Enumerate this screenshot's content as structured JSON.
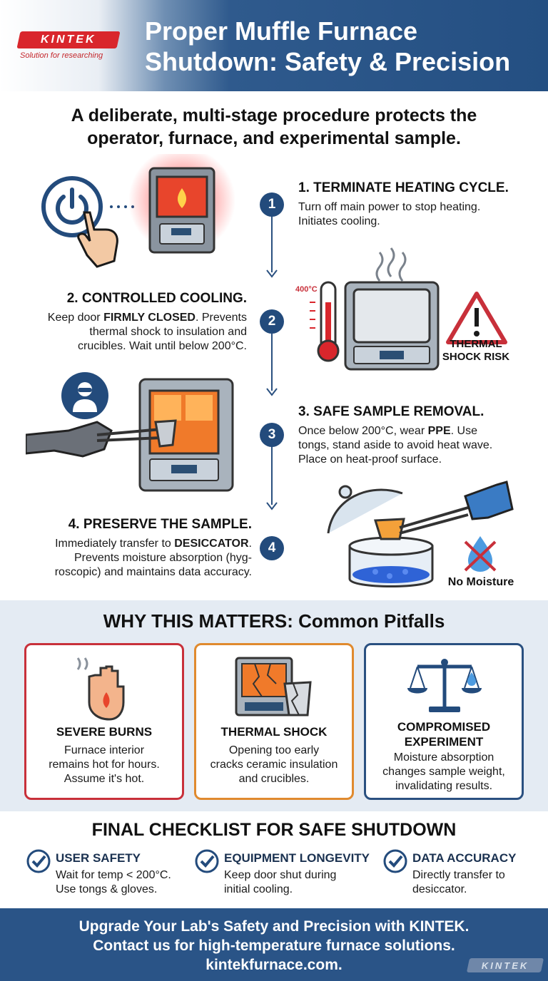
{
  "header": {
    "logo_text": "KINTEK",
    "logo_tagline": "Solution for researching",
    "title_line1": "Proper Muffle Furnace",
    "title_line2": "Shutdown: Safety & Precision"
  },
  "subtitle": {
    "line1": "A deliberate, multi-stage procedure protects the",
    "line2": "operator, furnace, and experimental sample."
  },
  "steps": [
    {
      "number": "1",
      "title": "1. TERMINATE HEATING CYCLE.",
      "body_line1": "Turn off main power to stop heating.",
      "body_line2": "Initiates cooling."
    },
    {
      "number": "2",
      "title": "2. CONTROLLED COOLING.",
      "body_pre": "Keep door ",
      "body_bold": "FIRMLY CLOSED",
      "body_post": ". Prevents",
      "body_line2": "thermal shock to insulation and",
      "body_line3": "crucibles. Wait until below 200°C."
    },
    {
      "number": "3",
      "title": "3. SAFE SAMPLE REMOVAL.",
      "body_pre": "Once below 200°C, wear ",
      "body_bold": "PPE",
      "body_post": ". Use",
      "body_line2": "tongs, stand aside to avoid heat wave.",
      "body_line3": "Place on heat-proof surface."
    },
    {
      "number": "4",
      "title": "4. PRESERVE THE SAMPLE.",
      "body_pre": "Immediately transfer to ",
      "body_bold": "DESICCATOR",
      "body_post": ".",
      "body_line2": "Prevents moisture absorption (hyg-",
      "body_line3": "roscopic) and maintains data accuracy."
    }
  ],
  "labels": {
    "thermometer": "400°C",
    "shock_line1": "THERMAL",
    "shock_line2": "SHOCK RISK",
    "no_moisture": "No Moisture"
  },
  "why": {
    "title": "WHY THIS MATTERS: Common Pitfalls",
    "cards": [
      {
        "title": "SEVERE BURNS",
        "line1": "Furnace interior",
        "line2": "remains hot for hours.",
        "line3": "Assume it's hot.",
        "color": "#c8303a"
      },
      {
        "title": "THERMAL SHOCK",
        "line1": "Opening too early",
        "line2": "cracks ceramic insulation",
        "line3": "and crucibles.",
        "color": "#e08a2e"
      },
      {
        "title_line1": "COMPROMISED",
        "title_line2": "EXPERIMENT",
        "line1": "Moisture absorption",
        "line2": "changes sample weight,",
        "line3": "invalidating results.",
        "color": "#2a5080"
      }
    ]
  },
  "checklist": {
    "title": "FINAL CHECKLIST FOR SAFE SHUTDOWN",
    "items": [
      {
        "head": "USER SAFETY",
        "line1": "Wait for temp < 200°C.",
        "line2": "Use tongs & gloves."
      },
      {
        "head": "EQUIPMENT LONGEVITY",
        "line1": "Keep door shut during",
        "line2": "initial cooling."
      },
      {
        "head": "DATA ACCURACY",
        "line1": "Directly transfer to",
        "line2": "desiccator."
      }
    ]
  },
  "footer": {
    "line1": "Upgrade Your Lab's Safety and Precision with KINTEK.",
    "line2": "Contact us for high-temperature furnace solutions.",
    "line3": "kintekfurnace.com.",
    "logo_text": "KINTEK"
  },
  "colors": {
    "navy": "#234b7c",
    "red": "#c8303a",
    "orange": "#e08a2e",
    "blue": "#2a5080"
  }
}
